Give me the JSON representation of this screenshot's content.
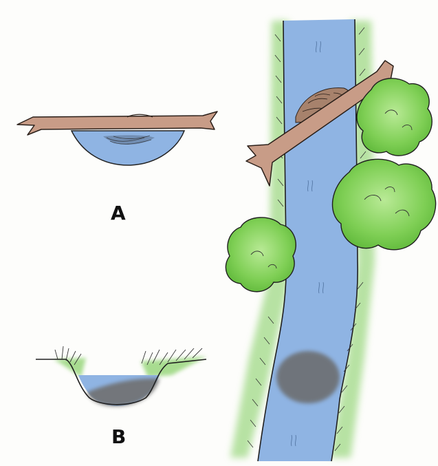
{
  "labels": {
    "a": "A",
    "b": "B"
  },
  "colors": {
    "water": "#8fb4e3",
    "water_dark": "#6f97cf",
    "log": "#c79b86",
    "log_outline": "#3a2a22",
    "foliage": "#8fd66a",
    "foliage_dark": "#5fbf3c",
    "grass": "#9ad77e",
    "sediment": "#6e6e6e",
    "ink": "#222222"
  },
  "icons": {
    "river": "river-illustration",
    "log": "fallen-log",
    "tree": "shrub-canopy",
    "debris": "leaf-pack-debris",
    "sediment": "sediment-deposit"
  }
}
